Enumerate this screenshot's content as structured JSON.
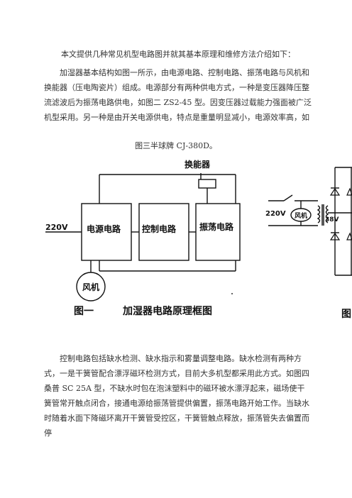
{
  "intro": "本文提供几种常见机型电路图并就其基本原理和维修方法介绍如下：",
  "paragraph1": "加湿器基本结构如图一所示，由电源电路、控制电路、振荡电路与风机和换能器（压电陶瓷片）组成。电源部分有两种供电方式，一种是变压器降压整流滤波后为振荡电路供电，如图二 ZS2-45 型。因变压器过载能力强面被广泛机型采用。另一种是由开关电源供电，特点是重量明显减小，电源效率高，如",
  "paragraph1_tail": "图三半球牌 CJ-380D。",
  "figure1": {
    "transducer_label": "换能器",
    "input_voltage": "220V",
    "power_block": "电源电路",
    "control_block": "控制电路",
    "oscillator_block": "振荡电路",
    "fan_label": "风机",
    "caption_number": "图一",
    "caption_title": "加湿器电路原理框图"
  },
  "figure2": {
    "input_voltage": "220V",
    "fan_label": "风机",
    "secondary_voltage": "38V",
    "caption_fragment": "图"
  },
  "paragraph2": "控制电路包括缺水检测、缺水指示和雾量调整电路。缺水检测有两种方式，一是干簧管配合漂浮磁环检测方式，目前大多机型都采用此方式。如图四桑普 SC 25A 型，不缺水时包在泡沫塑料中的磁环被水漂浮起来，磁场使干簧管常开触点闭合，接通电源给振荡管提供偏置，振荡电路开始工作。当缺水时随着水面下降磁环离开干簧管受控区，干簧管触点释放，振荡管失去偏置而停"
}
